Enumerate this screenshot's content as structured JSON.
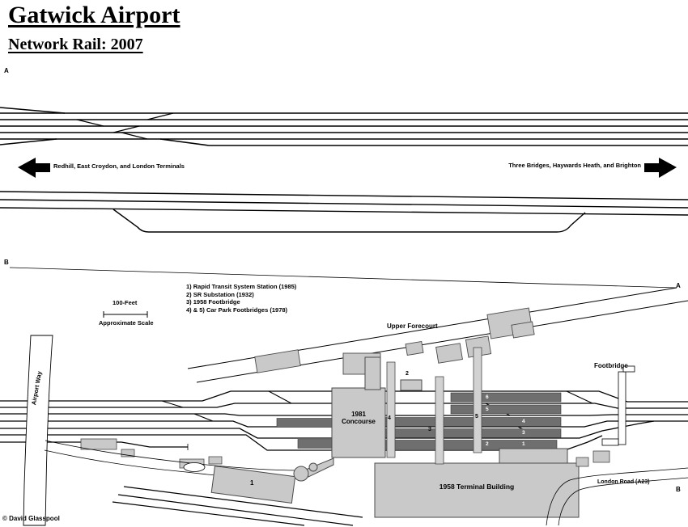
{
  "header": {
    "title": "Gatwick Airport",
    "subtitle": "Network Rail: 2007"
  },
  "markers": {
    "upper_left_top": "A",
    "upper_left_bottom": "B",
    "lower_right_top": "A",
    "lower_right_bottom": "B"
  },
  "directions": {
    "left_label": "Redhill, East Croydon, and London Terminals",
    "right_label": "Three Bridges, Haywards Heath, and Brighton"
  },
  "legend": {
    "items": [
      "1) Rapid Transit System Station (1985)",
      "2) SR Substation (1932)",
      "3) 1958 Footbridge",
      "4) & 5) Car Park Footbridges (1978)"
    ]
  },
  "scale": {
    "distance": "100-Feet",
    "note": "Approximate Scale"
  },
  "map_labels": {
    "upper_forecourt": "Upper Forecourt",
    "footbridge": "Footbridge",
    "airport_way": "Airport Way",
    "concourse": "1981\nConcourse",
    "terminal": "1958 Terminal Building",
    "london_road": "London Road (A23)"
  },
  "refs": {
    "rapid_transit_station": "1",
    "sr_substation": "2",
    "footbridge_1958": "3",
    "car_park_footbridge_west": "4",
    "car_park_footbridge_east": "5"
  },
  "platform_numbers": [
    "6",
    "5",
    "4",
    "3",
    "2",
    "1"
  ],
  "copyright": "© David Glasspool",
  "colors": {
    "track": "#000000",
    "building_fill": "#c9c9c9",
    "platform_fill": "#6f6f6f",
    "background": "#ffffff"
  }
}
